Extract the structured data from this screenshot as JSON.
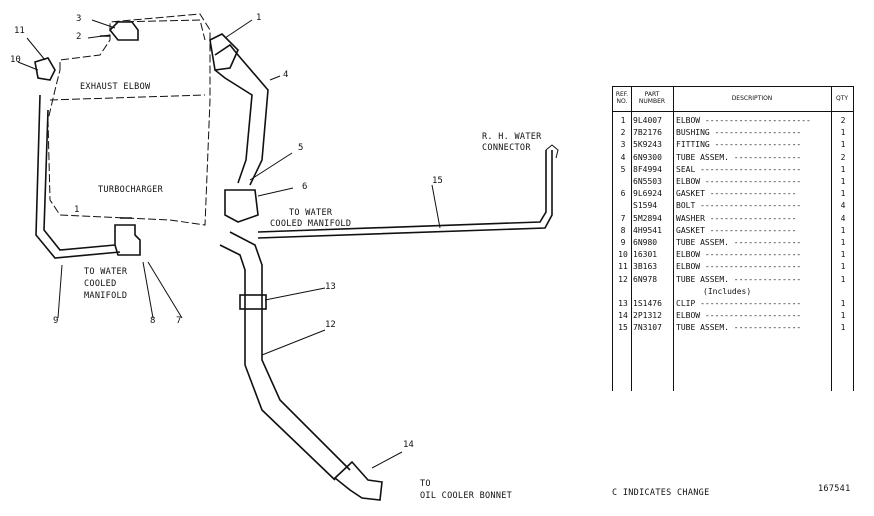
{
  "diagram": {
    "labels": {
      "exhaust_elbow": "EXHAUST ELBOW",
      "turbocharger": "TURBOCHARGER",
      "to_water_cooled_manifold_center": "TO WATER\nCOOLED MANIFOLD",
      "to_water_cooled_manifold_left": "TO WATER\nCOOLED\nMANIFOLD",
      "rh_water_connector": "R. H. WATER\nCONNECTOR",
      "to_oil_cooler_bonnet": "TO\nOIL COOLER BONNET",
      "indicates_change": "C INDICATES CHANGE",
      "figure_number": "167541"
    },
    "callouts": [
      "1",
      "2",
      "3",
      "4",
      "5",
      "6",
      "7",
      "8",
      "9",
      "10",
      "11",
      "1",
      "12",
      "13",
      "14",
      "15"
    ]
  },
  "parts_table": {
    "headers": {
      "ref": "REF.\nNO.",
      "part": "PART\nNUMBER",
      "desc": "DESCRIPTION",
      "qty": "QTY"
    },
    "rows": [
      {
        "ref": "1",
        "part": "9L4007",
        "desc": "ELBOW ----------------------",
        "qty": "2"
      },
      {
        "ref": "2",
        "part": "7B2176",
        "desc": "BUSHING ------------------",
        "qty": "1"
      },
      {
        "ref": "3",
        "part": "5K9243",
        "desc": "FITTING ------------------",
        "qty": "1"
      },
      {
        "ref": "4",
        "part": "6N9300",
        "desc": "TUBE ASSEM. --------------",
        "qty": "2"
      },
      {
        "ref": "5",
        "part": "8F4994",
        "desc": "SEAL ---------------------",
        "qty": "1"
      },
      {
        "ref": "",
        "part": "6N5503",
        "desc": "ELBOW --------------------",
        "qty": "1"
      },
      {
        "ref": "6",
        "part": "9L6924",
        "desc": "GASKET ------------------",
        "qty": "1"
      },
      {
        "ref": "",
        "part": "S1594",
        "desc": "BOLT ---------------------",
        "qty": "4"
      },
      {
        "ref": "7",
        "part": "5M2894",
        "desc": "WASHER ------------------",
        "qty": "4"
      },
      {
        "ref": "8",
        "part": "4H9541",
        "desc": "GASKET ------------------",
        "qty": "1"
      },
      {
        "ref": "9",
        "part": "6N980",
        "desc": "TUBE ASSEM. --------------",
        "qty": "1"
      },
      {
        "ref": "10",
        "part": "16301",
        "desc": "ELBOW --------------------",
        "qty": "1"
      },
      {
        "ref": "11",
        "part": "3B163",
        "desc": "ELBOW --------------------",
        "qty": "1"
      },
      {
        "ref": "12",
        "part": "6N978",
        "desc": "TUBE ASSEM. --------------",
        "qty": "1"
      },
      {
        "ref": "",
        "part": "",
        "desc": "(Includes)",
        "qty": ""
      },
      {
        "ref": "13",
        "part": "1S1476",
        "desc": "CLIP ---------------------",
        "qty": "1"
      },
      {
        "ref": "14",
        "part": "2P1312",
        "desc": "ELBOW --------------------",
        "qty": "1"
      },
      {
        "ref": "15",
        "part": "7N3107",
        "desc": "TUBE ASSEM. --------------",
        "qty": "1"
      }
    ]
  }
}
